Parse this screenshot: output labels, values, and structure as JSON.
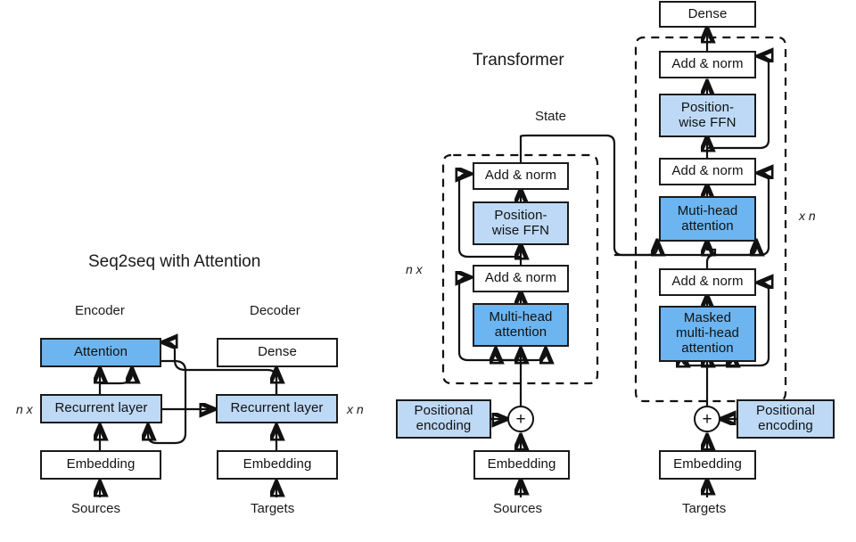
{
  "figure": {
    "left_title": "Seq2seq with Attention",
    "right_title": "Transformer"
  },
  "colors": {
    "attention_blue": "#6cb5f0",
    "ffn_blue": "#bdd9f5",
    "stroke": "#111111",
    "background": "#ffffff"
  },
  "seq2seq": {
    "encoder_label": "Encoder",
    "decoder_label": "Decoder",
    "repeat_left": "n x",
    "repeat_right": "x n",
    "attention": "Attention",
    "dense": "Dense",
    "recurrent_encoder": "Recurrent layer",
    "recurrent_decoder": "Recurrent layer",
    "embedding_encoder": "Embedding",
    "embedding_decoder": "Embedding",
    "sources": "Sources",
    "targets": "Targets"
  },
  "transformer": {
    "state_label": "State",
    "repeat_encoder": "n x",
    "repeat_decoder": "x n",
    "encoder": {
      "add_norm_top": "Add & norm",
      "ffn": "Position-\nwise FFN",
      "add_norm_bottom": "Add & norm",
      "attention": "Multi-head\nattention",
      "positional_encoding": "Positional\nencoding",
      "plus": "+",
      "embedding": "Embedding",
      "input": "Sources"
    },
    "decoder": {
      "dense": "Dense",
      "add_norm_top": "Add & norm",
      "ffn": "Position-\nwise FFN",
      "add_norm_mid": "Add & norm",
      "attention": "Muti-head\nattention",
      "add_norm_bottom": "Add & norm",
      "masked_attention": "Masked\nmulti-head\nattention",
      "positional_encoding": "Positional\nencoding",
      "plus": "+",
      "embedding": "Embedding",
      "input": "Targets"
    }
  }
}
